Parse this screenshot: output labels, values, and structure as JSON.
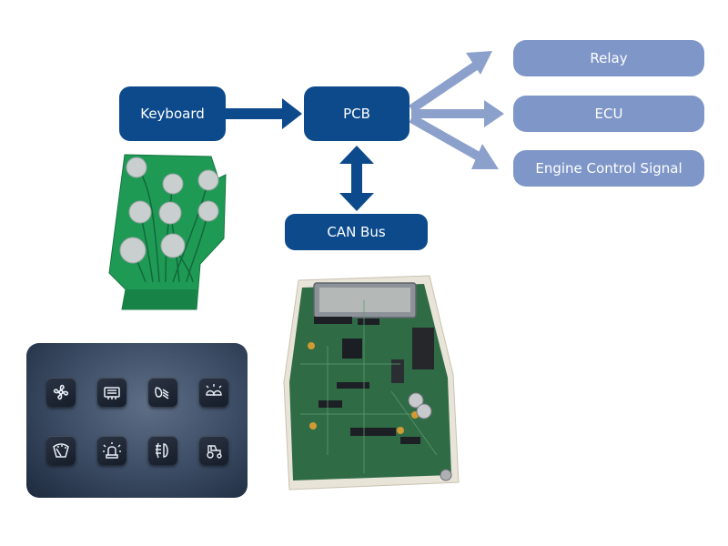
{
  "nodes": {
    "keyboard": "Keyboard",
    "pcb": "PCB",
    "can_bus": "CAN Bus",
    "relay": "Relay",
    "ecu": "ECU",
    "engine_control_signal": "Engine Control Signal"
  },
  "colors": {
    "primary_box": "#0d4a8c",
    "output_box": "#7f96c8",
    "panel": "#3a4a62",
    "pcb_green": "#1f9a55"
  },
  "keypad_icons": [
    "fan-icon",
    "rear-defrost-icon",
    "headlight-icon",
    "work-light-icon",
    "wiper-icon",
    "beacon-icon",
    "fog-light-icon",
    "tractor-icon"
  ]
}
